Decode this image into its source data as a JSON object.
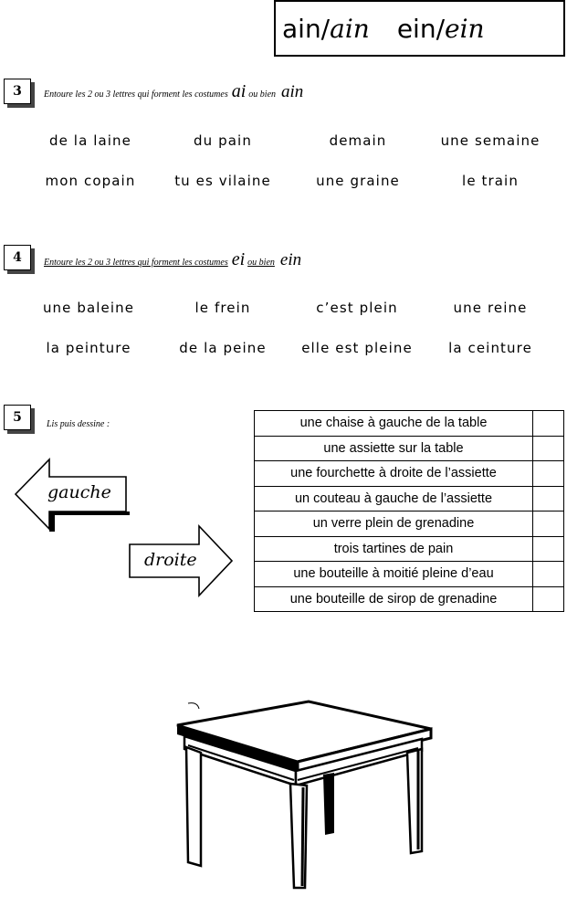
{
  "title": {
    "left_print": "ain/",
    "left_cursive": "ain",
    "right_print": "ein/",
    "right_cursive": "ein"
  },
  "section3": {
    "number": "3",
    "instruction": "Entoure les 2 ou 3 lettres qui forment les costumes",
    "option_a": "ai",
    "connector": "ou bien",
    "option_b": "ain",
    "words": [
      "de la laine",
      "du pain",
      "demain",
      "une semaine",
      "mon copain",
      "tu es vilaine",
      "une graine",
      "le train"
    ]
  },
  "section4": {
    "number": "4",
    "instruction": "Entoure les 2 ou 3 lettres qui forment les costumes",
    "option_a": "ei",
    "connector": "ou bien",
    "option_b": "ein",
    "words": [
      "une baleine",
      "le frein",
      "c’est plein",
      "une reine",
      "la peinture",
      "de la peine",
      "elle est pleine",
      "la ceinture"
    ]
  },
  "section5": {
    "number": "5",
    "instruction": "Lis puis dessine :",
    "arrow_left": "gauche",
    "arrow_right": "droite",
    "rows": [
      "une chaise à gauche de la table",
      "une assiette sur la table",
      "une fourchette à droite de l’assiette",
      "un couteau à gauche de l’assiette",
      "un verre plein de grenadine",
      "trois tartines de pain",
      "une bouteille à moitié pleine d’eau",
      "une bouteille de sirop de grenadine"
    ]
  }
}
